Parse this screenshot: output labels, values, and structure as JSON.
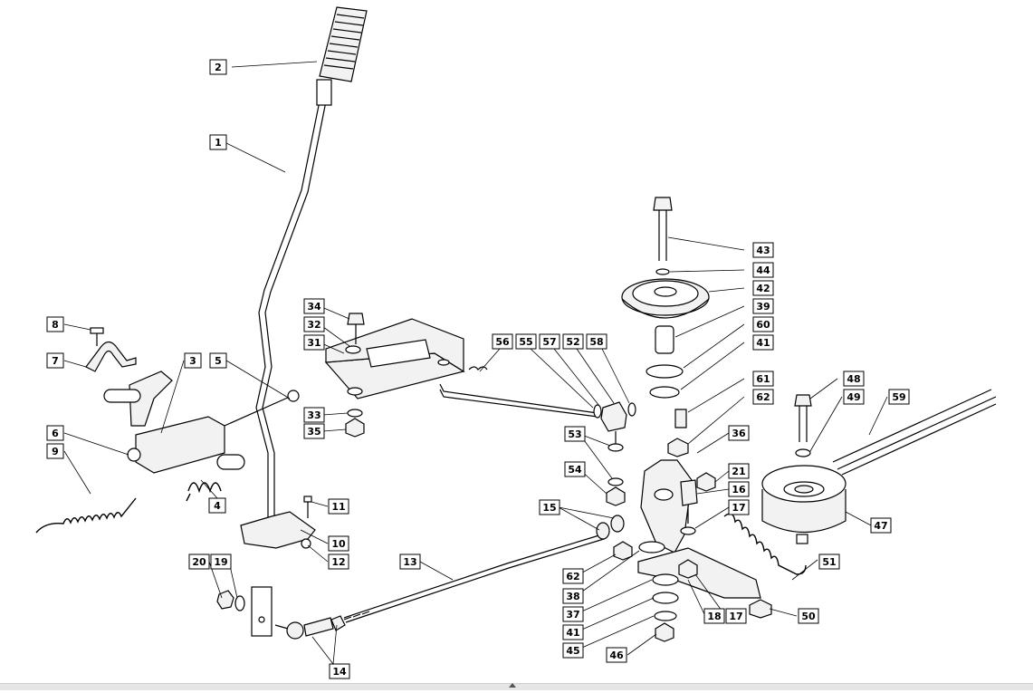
{
  "diagram": {
    "callouts": [
      "1",
      "2",
      "3",
      "4",
      "5",
      "6",
      "7",
      "8",
      "9",
      "10",
      "11",
      "12",
      "13",
      "14",
      "15",
      "16",
      "17",
      "17",
      "18",
      "19",
      "20",
      "21",
      "31",
      "32",
      "33",
      "34",
      "35",
      "36",
      "37",
      "38",
      "39",
      "41",
      "41",
      "42",
      "43",
      "44",
      "45",
      "46",
      "47",
      "48",
      "49",
      "50",
      "51",
      "52",
      "53",
      "54",
      "55",
      "56",
      "57",
      "58",
      "59",
      "60",
      "61",
      "62",
      "62"
    ]
  },
  "ui": {
    "scroll_icon": "chevron-up-icon",
    "background": "#ffffff",
    "ink": "#000000"
  }
}
